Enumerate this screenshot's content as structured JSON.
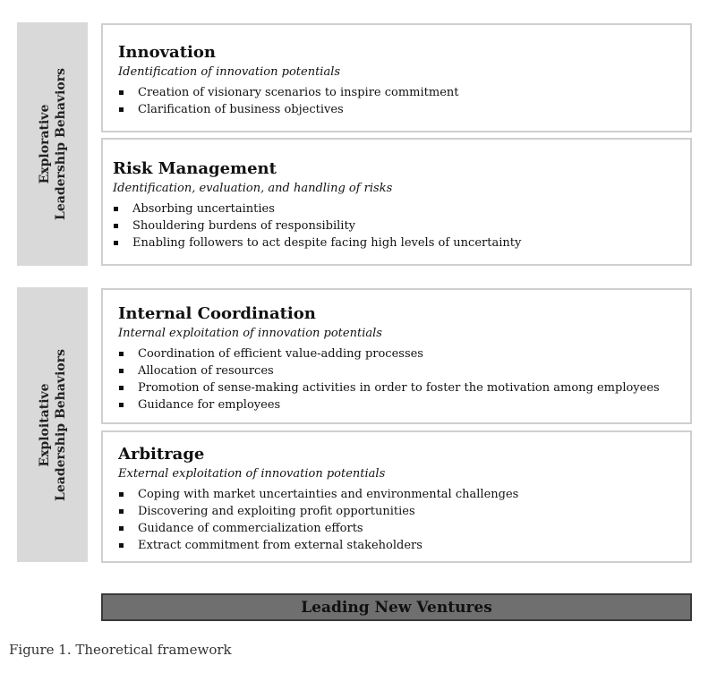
{
  "groups": {
    "explorative": {
      "line1": "Explorative",
      "line2": "Leadership Behaviors"
    },
    "exploitative": {
      "line1": "Exploitative",
      "line2": "Leadership Behaviors"
    }
  },
  "boxes": {
    "innovation": {
      "title": "Innovation",
      "subtitle": "Identification of innovation potentials",
      "items": [
        "Creation of visionary scenarios to inspire commitment",
        "Clarification of business objectives"
      ]
    },
    "risk": {
      "title": "Risk Management",
      "subtitle": "Identification, evaluation, and handling of risks",
      "items": [
        "Absorbing uncertainties",
        "Shouldering burdens of responsibility",
        "Enabling followers to act despite facing high levels of uncertainty"
      ]
    },
    "internal": {
      "title": "Internal Coordination",
      "subtitle": "Internal exploitation of innovation potentials",
      "items": [
        "Coordination of efficient value-adding processes",
        "Allocation of resources",
        "Promotion of sense-making activities in order to foster the motivation among employees",
        "Guidance for employees"
      ]
    },
    "arbitrage": {
      "title": "Arbitrage",
      "subtitle": "External exploitation of innovation potentials",
      "items": [
        "Coping with market uncertainties and environmental challenges",
        "Discovering and exploiting profit opportunities",
        "Guidance of commercialization efforts",
        "Extract commitment from external stakeholders"
      ]
    }
  },
  "banner": "Leading New Ventures",
  "caption": "Figure 1. Theoretical framework"
}
